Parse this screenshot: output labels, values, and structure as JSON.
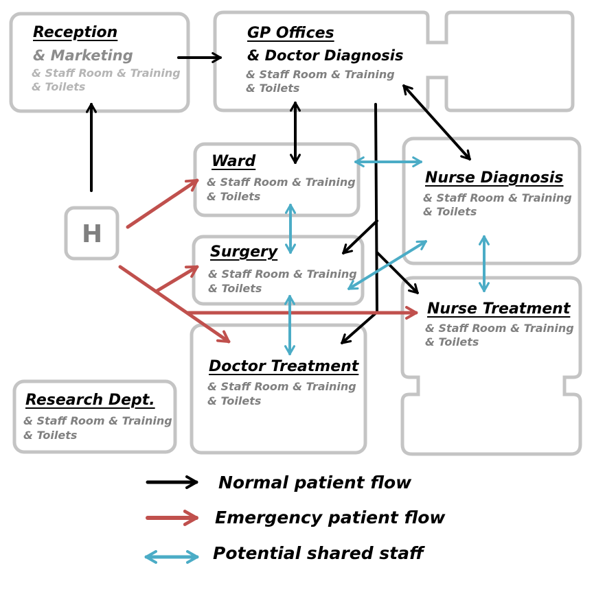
{
  "colors": {
    "normal": "#000000",
    "emergency": "#c0504d",
    "shared": "#4bacc6",
    "box_border": "#c4c4c4"
  },
  "departments": {
    "reception": {
      "title": "Reception",
      "sub1": "& Marketing",
      "sub2a": "& Staff Room & Training",
      "sub2b": "& Toilets"
    },
    "gp": {
      "title": "GP Offices",
      "sub1": "& Doctor Diagnosis",
      "sub2a": "& Staff Room & Training",
      "sub2b": "& Toilets"
    },
    "ward": {
      "title": "Ward",
      "sub2a": "& Staff Room & Training",
      "sub2b": "& Toilets"
    },
    "surgery": {
      "title": "Surgery",
      "sub2a": "& Staff Room & Training",
      "sub2b": "& Toilets"
    },
    "nurse_diagnosis": {
      "title": "Nurse Diagnosis",
      "sub2a": "& Staff Room & Training",
      "sub2b": "& Toilets"
    },
    "nurse_treatment": {
      "title": "Nurse Treatment",
      "sub2a": "& Staff Room & Training",
      "sub2b": "& Toilets"
    },
    "doctor_treatment": {
      "title": "Doctor Treatment",
      "sub2a": "& Staff Room & Training",
      "sub2b": "& Toilets"
    },
    "research": {
      "title": "Research Dept.",
      "sub2a": "& Staff Room & Training",
      "sub2b": "& Toilets"
    },
    "helipad": {
      "label": "H"
    }
  },
  "legend": {
    "normal": "Normal patient flow",
    "emergency": "Emergency patient flow",
    "shared": "Potential shared staff"
  }
}
